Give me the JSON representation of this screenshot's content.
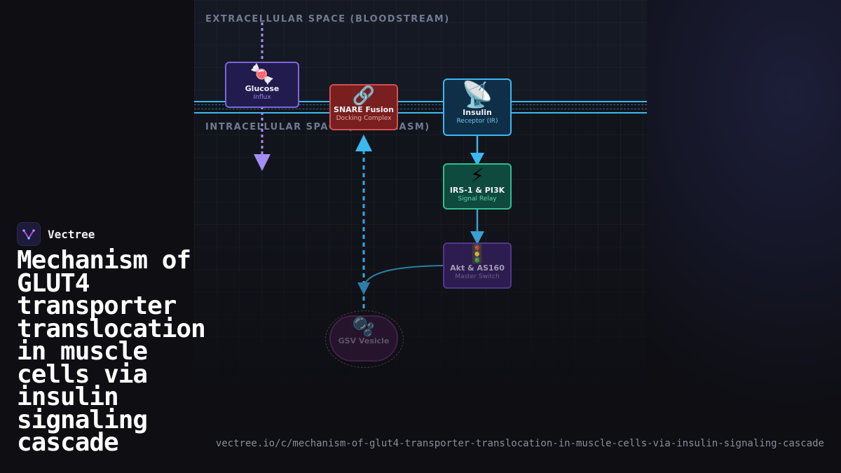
{
  "diagram": {
    "zones": {
      "extracellular_label": "EXTRACELLULAR SPACE (BLOODSTREAM)",
      "intracellular_label": "INTRACELLULAR SPACE (CYTOPLASM)"
    },
    "nodes": {
      "glucose": {
        "icon": "🍬",
        "title": "Glucose",
        "subtitle": "Influx"
      },
      "snare": {
        "icon": "🔗",
        "title": "SNARE Fusion",
        "subtitle": "Docking Complex"
      },
      "insulin": {
        "icon": "📡",
        "title": "Insulin",
        "subtitle": "Receptor (IR)"
      },
      "irs": {
        "icon": "⚡",
        "title": "IRS-1 & PI3K",
        "subtitle": "Signal Relay"
      },
      "akt": {
        "icon": "🚦",
        "title": "Akt & AS160",
        "subtitle": "Master Switch"
      },
      "gsv": {
        "icon": "🫧",
        "title": "GSV Vesicle",
        "subtitle": ""
      }
    },
    "colors": {
      "membrane": "#3cb8f0",
      "glucose_arrow": "#a58cf5",
      "signal_arrow": "#3cb8f0"
    }
  },
  "brand": {
    "name": "Vectree",
    "logo_icon": "vectree-logo-icon"
  },
  "title": "Mechanism of GLUT4 transporter translocation in muscle cells via insulin signaling cascade",
  "url": "vectree.io/c/mechanism-of-glut4-transporter-translocation-in-muscle-cells-via-insulin-signaling-cascade"
}
